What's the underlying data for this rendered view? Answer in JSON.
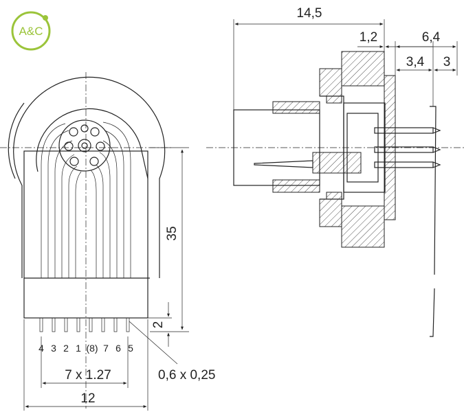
{
  "logo": {
    "text": "A&C",
    "color": "#9bc43a"
  },
  "dimensions": {
    "overall_depth": "14,5",
    "flange": "1,2",
    "pin_total": "6,4",
    "pin_a": "3,4",
    "pin_b": "3",
    "height": "35",
    "pin_end": "2",
    "pin_section": "0,6 x 0,25",
    "pitch": "7 x 1.27",
    "width": "12"
  },
  "pin_labels": [
    "4",
    "3",
    "2",
    "1",
    "(8)",
    "7",
    "6",
    "5"
  ]
}
